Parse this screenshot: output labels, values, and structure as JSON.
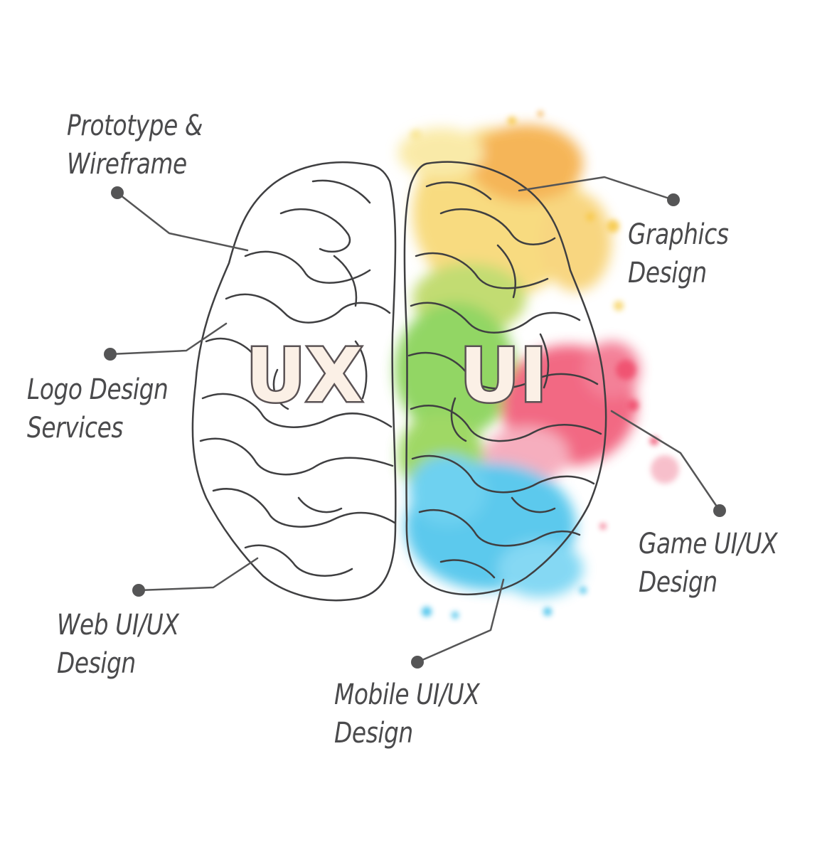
{
  "hemispheres": {
    "left": "UX",
    "right": "UI"
  },
  "labels": {
    "prototype": {
      "line1": "Prototype &",
      "line2": "Wireframe"
    },
    "logo": {
      "line1": "Logo Design",
      "line2": "Services"
    },
    "web": {
      "line1": "Web UI/UX",
      "line2": "Design"
    },
    "graphics": {
      "line1": "Graphics",
      "line2": "Design"
    },
    "game": {
      "line1": "Game UI/UX",
      "line2": "Design"
    },
    "mobile": {
      "line1": "Mobile UI/UX",
      "line2": "Design"
    }
  },
  "colors": {
    "text": "#4a4a4c",
    "connector": "#555556",
    "outline": "#3f3f41",
    "splash_yellow": "#f7c948",
    "splash_orange": "#f4a93a",
    "splash_green": "#7fcf4a",
    "splash_pink": "#f0506e",
    "splash_blue": "#3fc0ea"
  }
}
